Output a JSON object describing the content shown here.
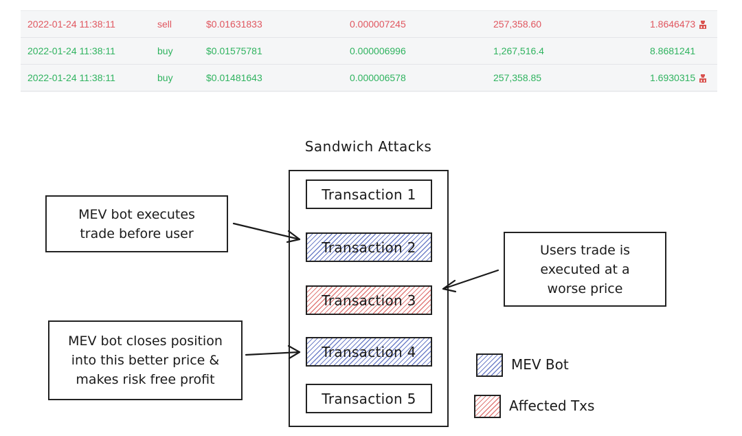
{
  "trades": [
    {
      "time": "2022-01-24 11:38:11",
      "side": "sell",
      "price_usd": "$0.01631833",
      "price_eth": "0.000007245",
      "amount": "257,358.60",
      "total": "1.8646473",
      "flagged": true
    },
    {
      "time": "2022-01-24 11:38:11",
      "side": "buy",
      "price_usd": "$0.01575781",
      "price_eth": "0.000006996",
      "amount": "1,267,516.4",
      "total": "8.8681241",
      "flagged": false
    },
    {
      "time": "2022-01-24 11:38:11",
      "side": "buy",
      "price_usd": "$0.01481643",
      "price_eth": "0.000006578",
      "amount": "257,358.85",
      "total": "1.6930315",
      "flagged": true
    }
  ],
  "colors": {
    "sell": "#e0565f",
    "buy": "#2fb35f",
    "flag": "#d9534f",
    "mev_hatch": "#6f80c8",
    "affected_hatch": "#e07a78"
  },
  "diagram": {
    "title": "Sandwich Attacks",
    "transactions": [
      {
        "label": "Transaction 1",
        "kind": "normal"
      },
      {
        "label": "Transaction 2",
        "kind": "mev"
      },
      {
        "label": "Transaction 3",
        "kind": "affected"
      },
      {
        "label": "Transaction 4",
        "kind": "mev"
      },
      {
        "label": "Transaction 5",
        "kind": "normal"
      }
    ],
    "notes": {
      "front_run": "MEV bot executes\ntrade before user",
      "victim": "Users trade is\nexecuted at a\nworse price",
      "back_run": "MEV bot closes position\ninto this better price &\nmakes risk free profit"
    },
    "legend": [
      {
        "label": "MEV Bot",
        "kind": "mev"
      },
      {
        "label": "Affected Txs",
        "kind": "affected"
      }
    ]
  },
  "icons": {
    "flag": "flag-icon"
  }
}
